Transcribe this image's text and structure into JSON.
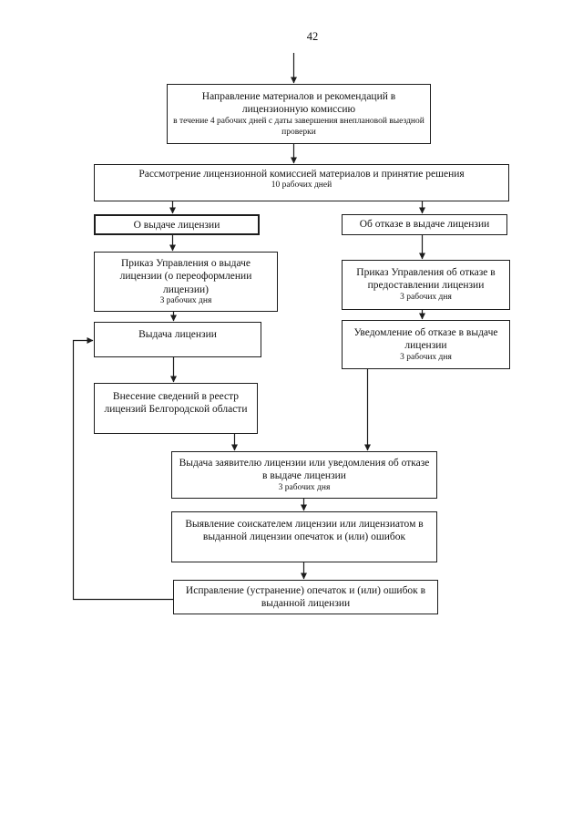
{
  "page": {
    "number": "42"
  },
  "colors": {
    "line": "#1c1c1c",
    "background": "#ffffff",
    "text": "#111111"
  },
  "diagram": {
    "type": "flowchart",
    "language": "ru",
    "nodes": {
      "send_materials": {
        "title": "Направление материалов и рекомендаций в лицензионную комиссию",
        "sub": "в течение 4 рабочих дней с даты завершения внеплановой выездной проверки"
      },
      "review": {
        "title": "Рассмотрение лицензионной комиссией материалов и принятие решения",
        "sub": "10 рабочих дней"
      },
      "grant_decision": {
        "title": "О выдаче лицензии"
      },
      "refusal_decision": {
        "title": "Об отказе в выдаче лицензии"
      },
      "grant_order": {
        "title": "Приказ Управления о выдаче лицензии (о переоформлении лицензии)",
        "sub": "3 рабочих дня"
      },
      "issue_license": {
        "title": "Выдача лицензии"
      },
      "register_entry": {
        "title": "Внесение сведений в реестр лицензий Белгородской области"
      },
      "refusal_order": {
        "title": "Приказ Управления об отказе в предоставлении лицензии",
        "sub": "3 рабочих дня"
      },
      "refusal_notice": {
        "title": "Уведомление об отказе в выдаче лицензии",
        "sub": "3 рабочих дня"
      },
      "deliver_result": {
        "title": "Выдача заявителю лицензии или уведомления об отказе в выдаче лицензии",
        "sub": "3 рабочих дня"
      },
      "detect_errors": {
        "title": "Выявление соискателем лицензии или лицензиатом в выданной лицензии опечаток и (или) ошибок"
      },
      "fix_errors": {
        "title": "Исправление (устранение) опечаток и (или) ошибок в выданной лицензии"
      }
    },
    "edges": [
      "start -> send_materials",
      "send_materials -> review",
      "review -> grant_decision",
      "review -> refusal_decision",
      "grant_decision -> grant_order",
      "grant_order -> issue_license",
      "issue_license -> register_entry",
      "register_entry -> deliver_result",
      "refusal_decision -> refusal_order",
      "refusal_order -> refusal_notice",
      "refusal_notice -> deliver_result",
      "deliver_result -> detect_errors",
      "detect_errors -> fix_errors",
      "fix_errors -> issue_license (feedback loop)"
    ]
  }
}
